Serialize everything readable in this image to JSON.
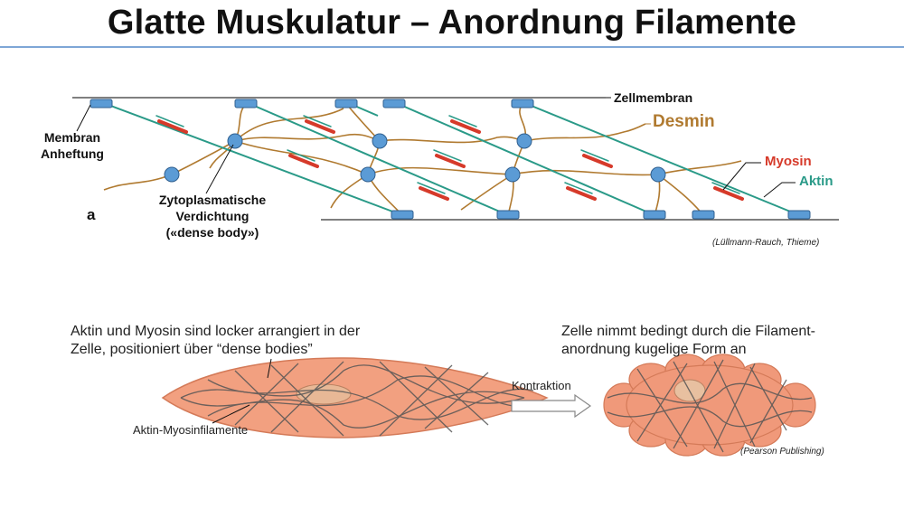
{
  "title": "Glatte Muskulatur – Anordnung Filamente",
  "diagram": {
    "label_membrane": "Zellmembran",
    "label_desmin": "Desmin",
    "label_myosin": "Myosin",
    "label_aktin": "Aktin",
    "label_membrane_attachment_1": "Membran",
    "label_membrane_attachment_2": "Anheftung",
    "label_dense_body_1": "Zytoplasmatische",
    "label_dense_body_2": "Verdichtung",
    "label_dense_body_3": "(«dense body»)",
    "panel_letter": "a",
    "source_1": "(Lüllmann-Rauch, Thieme)",
    "colors": {
      "membrane": "#555555",
      "actin": "#2a9a88",
      "myosin": "#d63a2a",
      "desmin": "#b07a30",
      "body": "#5b9bd5"
    }
  },
  "lower": {
    "caption_left_1": "Aktin und Myosin sind locker arrangiert in der",
    "caption_left_2": "Zelle, positioniert über “dense bodies”",
    "caption_right_1": "Zelle nimmt bedingt durch die Filament-",
    "caption_right_2": "anordnung kugelige Form an",
    "arrow_label": "Kontraktion",
    "filament_label": "Aktin-Myosinfilamente",
    "source_2": "(Pearson Publishing)"
  }
}
